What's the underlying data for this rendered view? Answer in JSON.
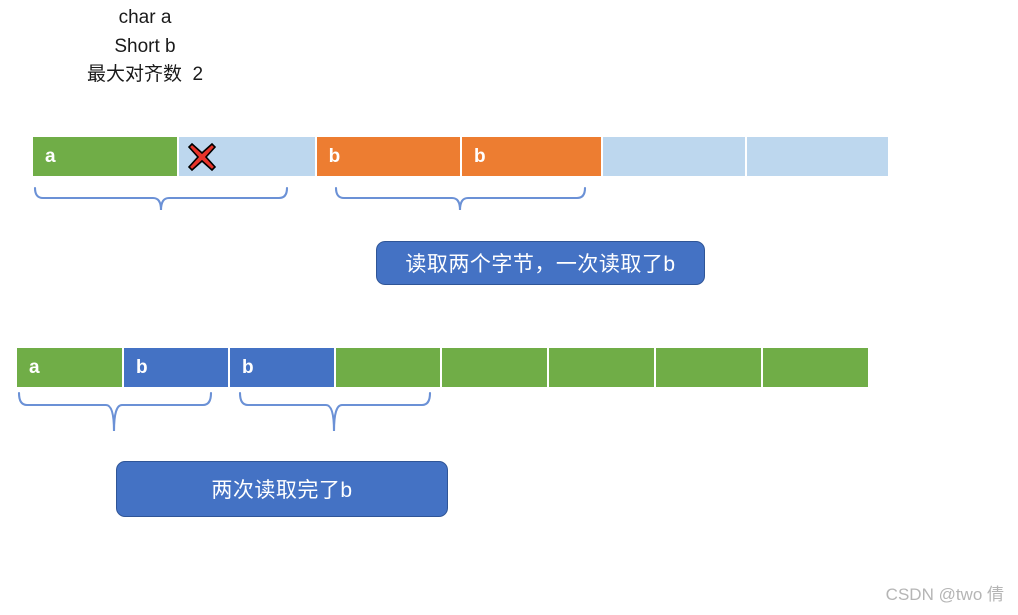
{
  "legend": {
    "lines": [
      "char a",
      "Short b",
      "最大对齐数  2"
    ]
  },
  "colors": {
    "green": "#70AD47",
    "orange": "#ED7D31",
    "light_blue": "#BDD7EE",
    "blue": "#4472C4",
    "bracket": "#6B91D6",
    "x_mark": "#E8342A",
    "watermark": "#b5b5b5"
  },
  "row1": {
    "name": "unaligned-layout-row",
    "cells": [
      {
        "label": "a",
        "color": "green"
      },
      {
        "label": "",
        "color": "light_blue",
        "marker": "red-x"
      },
      {
        "label": "b",
        "color": "orange"
      },
      {
        "label": "b",
        "color": "orange"
      },
      {
        "label": "",
        "color": "light_blue"
      },
      {
        "label": "",
        "color": "light_blue"
      }
    ],
    "brackets": [
      {
        "name": "read-group-1",
        "span": "cell1-cell2"
      },
      {
        "name": "read-group-2",
        "span": "cell3-cell4"
      }
    ],
    "callout": "读取两个字节，一次读取了b"
  },
  "row2": {
    "name": "aligned-layout-row",
    "cells": [
      {
        "label": "a",
        "color": "green"
      },
      {
        "label": "b",
        "color": "blue"
      },
      {
        "label": "b",
        "color": "blue"
      },
      {
        "label": "",
        "color": "green"
      },
      {
        "label": "",
        "color": "green"
      },
      {
        "label": "",
        "color": "green"
      },
      {
        "label": "",
        "color": "green"
      },
      {
        "label": "",
        "color": "green"
      }
    ],
    "brackets": [
      {
        "name": "read-group-1",
        "span": "cell1-cell2"
      },
      {
        "name": "read-group-2",
        "span": "cell3-cell4"
      }
    ],
    "callout": "两次读取完了b"
  },
  "watermark": "CSDN @two 倩"
}
